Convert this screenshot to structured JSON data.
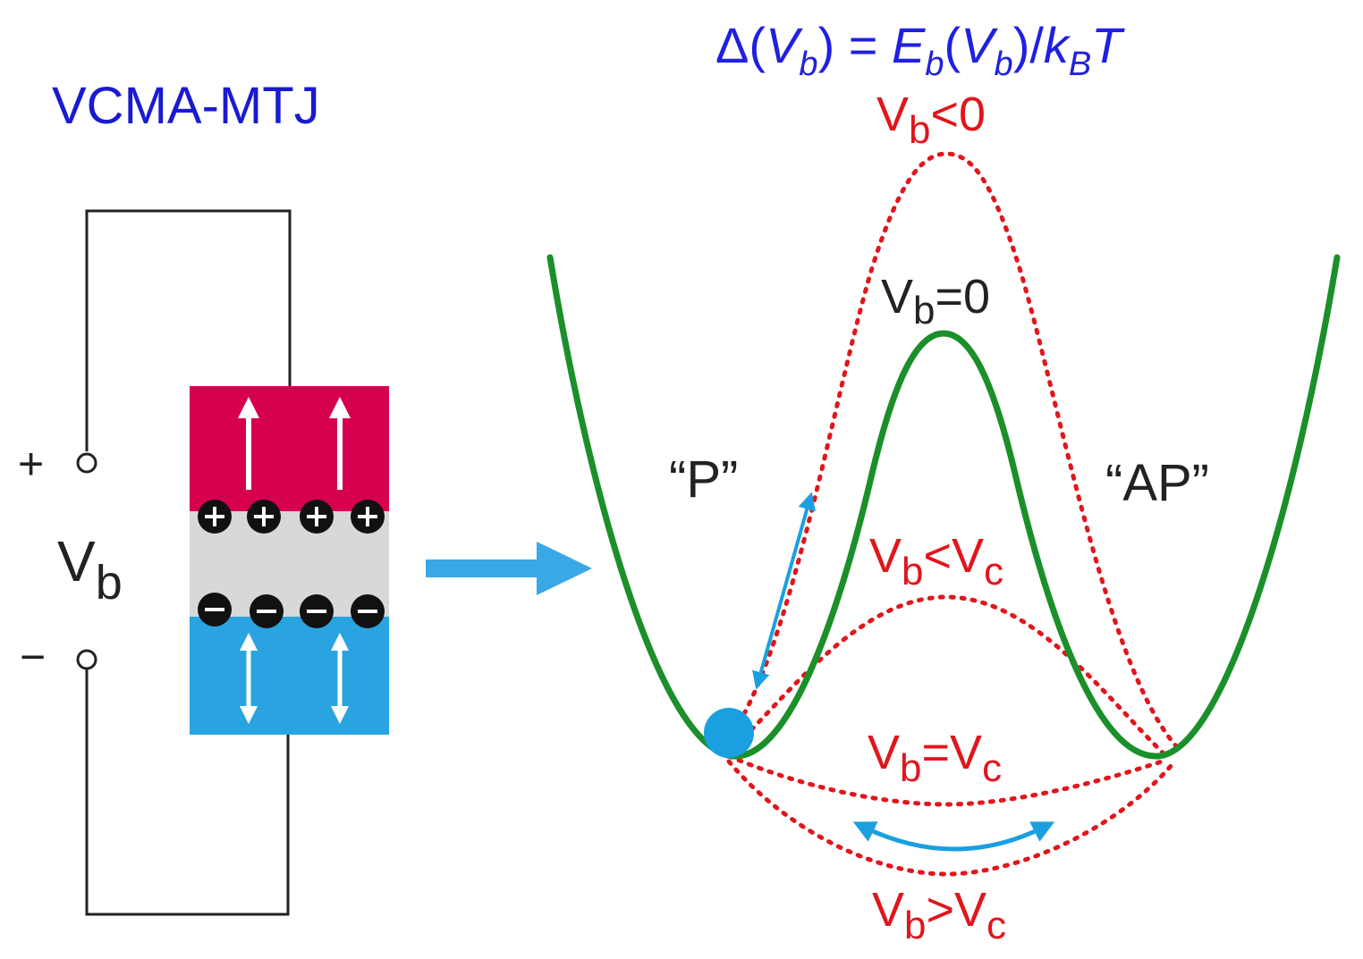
{
  "title": "VCMA-MTJ",
  "formula": {
    "delta": "Δ(",
    "v1": "V",
    "v1_sub": "b",
    "mid": ") = ",
    "e": "E",
    "e_sub": "b",
    "open": "(",
    "v2": "V",
    "v2_sub": "b",
    "close": ")/",
    "k": "k",
    "k_sub": "B",
    "temp": "T"
  },
  "circuit": {
    "plus": "+",
    "minus": "−",
    "vb_main": "V",
    "vb_sub": "b"
  },
  "states": {
    "p": "“P”",
    "ap": "“AP”"
  },
  "curve_labels": {
    "neg": {
      "main": "V",
      "sub": "b",
      "rel": "<0"
    },
    "zero": {
      "main": "V",
      "sub": "b",
      "rel": "=0"
    },
    "below": {
      "main": "V",
      "sub": "b",
      "rel": "<V",
      "sub2": "c"
    },
    "equal": {
      "main": "V",
      "sub": "b",
      "rel": "=V",
      "sub2": "c"
    },
    "above": {
      "main": "V",
      "sub": "b",
      "rel": ">V",
      "sub2": "c"
    }
  },
  "colors": {
    "title_blue": "#1a1ad0",
    "formula_blue": "#2020e0",
    "red": "#e0161c",
    "green": "#1a8f2a",
    "cyan": "#1aa0e0",
    "free_layer": "#d6004f",
    "fixed_layer": "#2aa4e0",
    "barrier": "#d8d8d8"
  }
}
